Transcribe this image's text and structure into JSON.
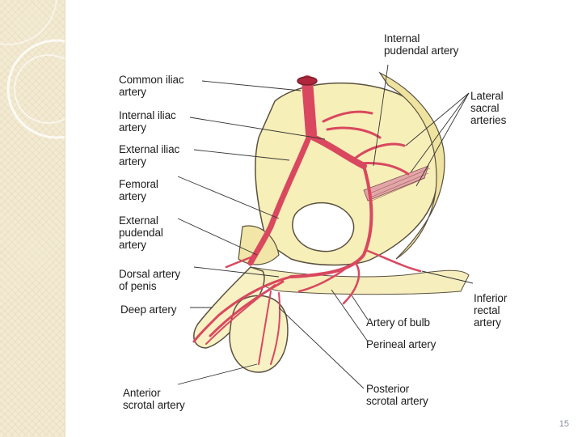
{
  "slide": {
    "page_number": "15"
  },
  "labels": {
    "common_iliac": [
      "Common iliac",
      "artery"
    ],
    "internal_iliac": [
      "Internal iliac",
      "artery"
    ],
    "external_iliac": [
      "External iliac",
      "artery"
    ],
    "femoral": [
      "Femoral",
      "artery"
    ],
    "external_pudendal": [
      "External",
      "pudendal",
      "artery"
    ],
    "dorsal_penis": [
      "Dorsal artery",
      "of penis"
    ],
    "deep_artery": [
      "Deep artery"
    ],
    "anterior_scrotal": [
      "Anterior",
      "scrotal artery"
    ],
    "internal_pudendal": [
      "Internal",
      "pudendal artery"
    ],
    "lateral_sacral": [
      "Lateral",
      "sacral",
      "arteries"
    ],
    "inferior_rectal": [
      "Inferior",
      "rectal",
      "artery"
    ],
    "artery_of_bulb": [
      "Artery of bulb"
    ],
    "perineal": [
      "Perineal artery"
    ],
    "posterior_scrotal": [
      "Posterior",
      "scrotal artery"
    ]
  },
  "colors": {
    "artery": "#d9485f",
    "tissue": "#f7efb8",
    "outline": "#5a5040",
    "strip": "#f3ead2"
  }
}
